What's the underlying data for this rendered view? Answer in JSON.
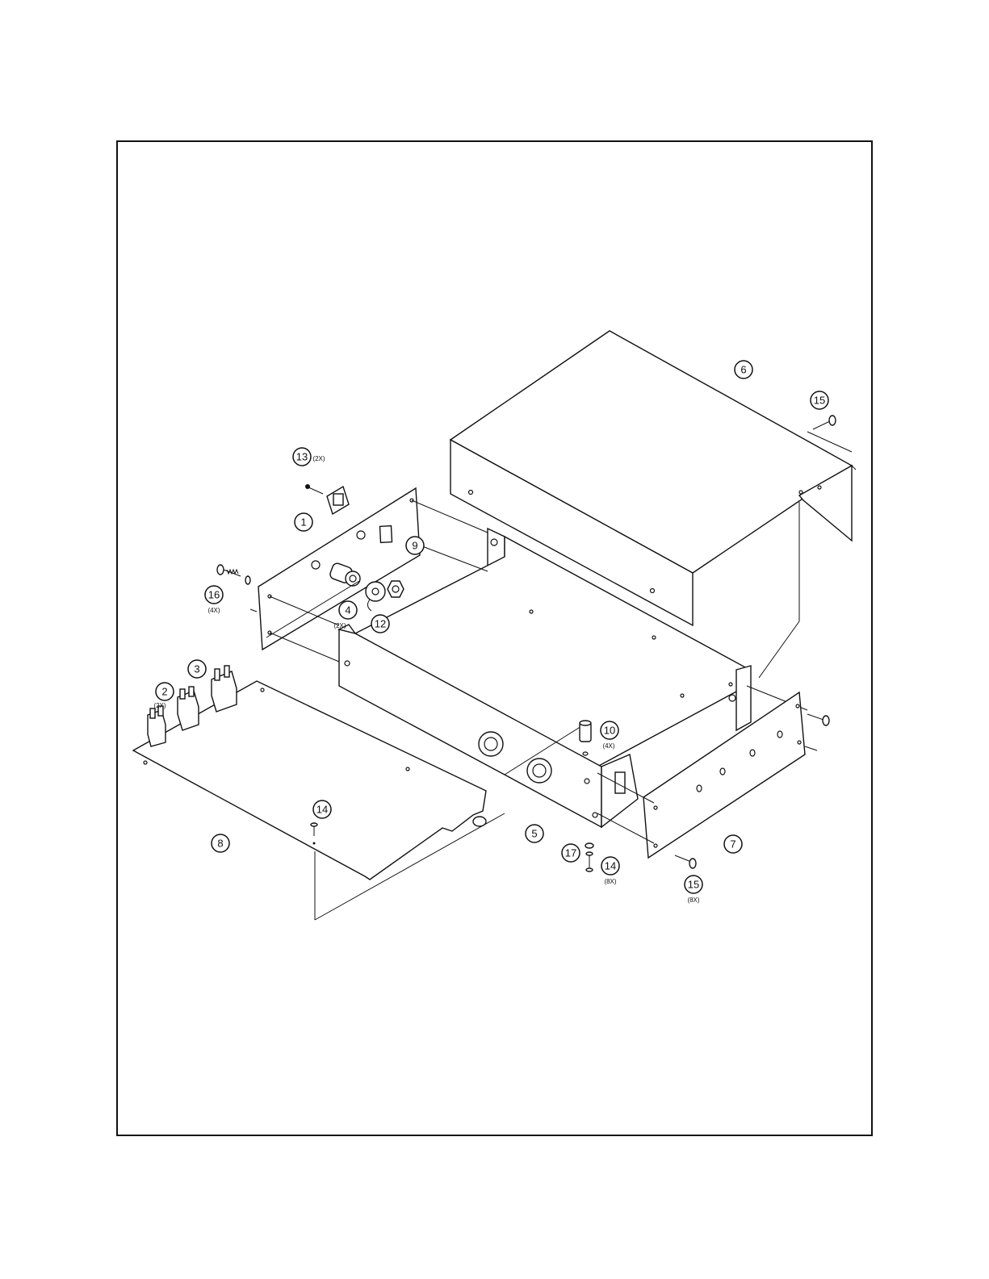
{
  "callouts": [
    {
      "num": "1",
      "qty": ""
    },
    {
      "num": "2",
      "qty": "(2X)"
    },
    {
      "num": "3",
      "qty": ""
    },
    {
      "num": "4",
      "qty": "(2X)"
    },
    {
      "num": "5",
      "qty": ""
    },
    {
      "num": "6",
      "qty": ""
    },
    {
      "num": "7",
      "qty": ""
    },
    {
      "num": "8",
      "qty": ""
    },
    {
      "num": "9",
      "qty": ""
    },
    {
      "num": "10",
      "qty": "(4X)"
    },
    {
      "num": "12",
      "qty": ""
    },
    {
      "num": "13",
      "qty": "(2X)"
    },
    {
      "num": "14",
      "qty": ""
    },
    {
      "num": "14",
      "qty": "(8X)"
    },
    {
      "num": "15",
      "qty": ""
    },
    {
      "num": "15",
      "qty": "(8X)"
    },
    {
      "num": "16",
      "qty": "(4X)"
    },
    {
      "num": "17",
      "qty": ""
    }
  ]
}
